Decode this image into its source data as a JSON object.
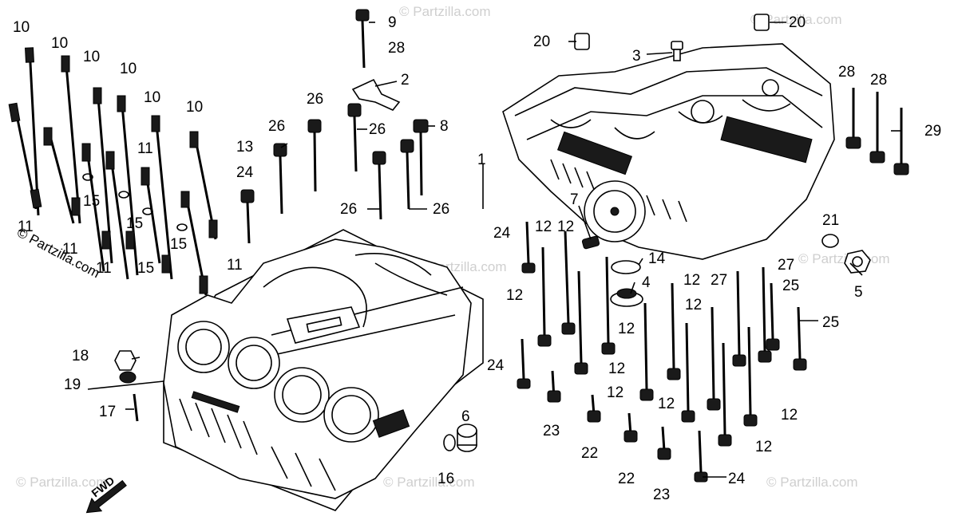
{
  "watermarks": {
    "side": "© Partzilla.com",
    "repeat": "© Partzilla.com"
  },
  "direction_marker": {
    "label": "FWD"
  },
  "callouts": {
    "c10a": "10",
    "c10b": "10",
    "c10c": "10",
    "c10d": "10",
    "c10e": "10",
    "c10f": "10",
    "c11a": "11",
    "c11b": "11",
    "c11c": "11",
    "c11d": "11",
    "c11e": "11",
    "c15a": "15",
    "c15b": "15",
    "c15c": "15",
    "c15d": "15",
    "c13": "13",
    "c24a": "24",
    "c26a": "26",
    "c26b": "26",
    "c26c": "26",
    "c26d": "26",
    "c26e": "26",
    "c9": "9",
    "c28a": "28",
    "c2": "2",
    "c8": "8",
    "c1": "1",
    "c20a": "20",
    "c20b": "20",
    "c3": "3",
    "c28b": "28",
    "c28c": "28",
    "c29": "29",
    "c7": "7",
    "c24b": "24",
    "c12a": "12",
    "c14": "14",
    "c4": "4",
    "c12b": "12",
    "c12c": "12",
    "c12d": "12",
    "c27a": "27",
    "c27b": "27",
    "c25a": "25",
    "c25b": "25",
    "c12e": "12",
    "c12f": "12",
    "c12g": "12",
    "c24c": "24",
    "c12h": "12",
    "c12i": "12",
    "c12j": "12",
    "c12k": "12",
    "c21": "21",
    "c5": "5",
    "c18": "18",
    "c19": "19",
    "c17": "17",
    "c6": "6",
    "c16": "16",
    "c23a": "23",
    "c22a": "22",
    "c22b": "22",
    "c23b": "23",
    "c24d": "24"
  }
}
